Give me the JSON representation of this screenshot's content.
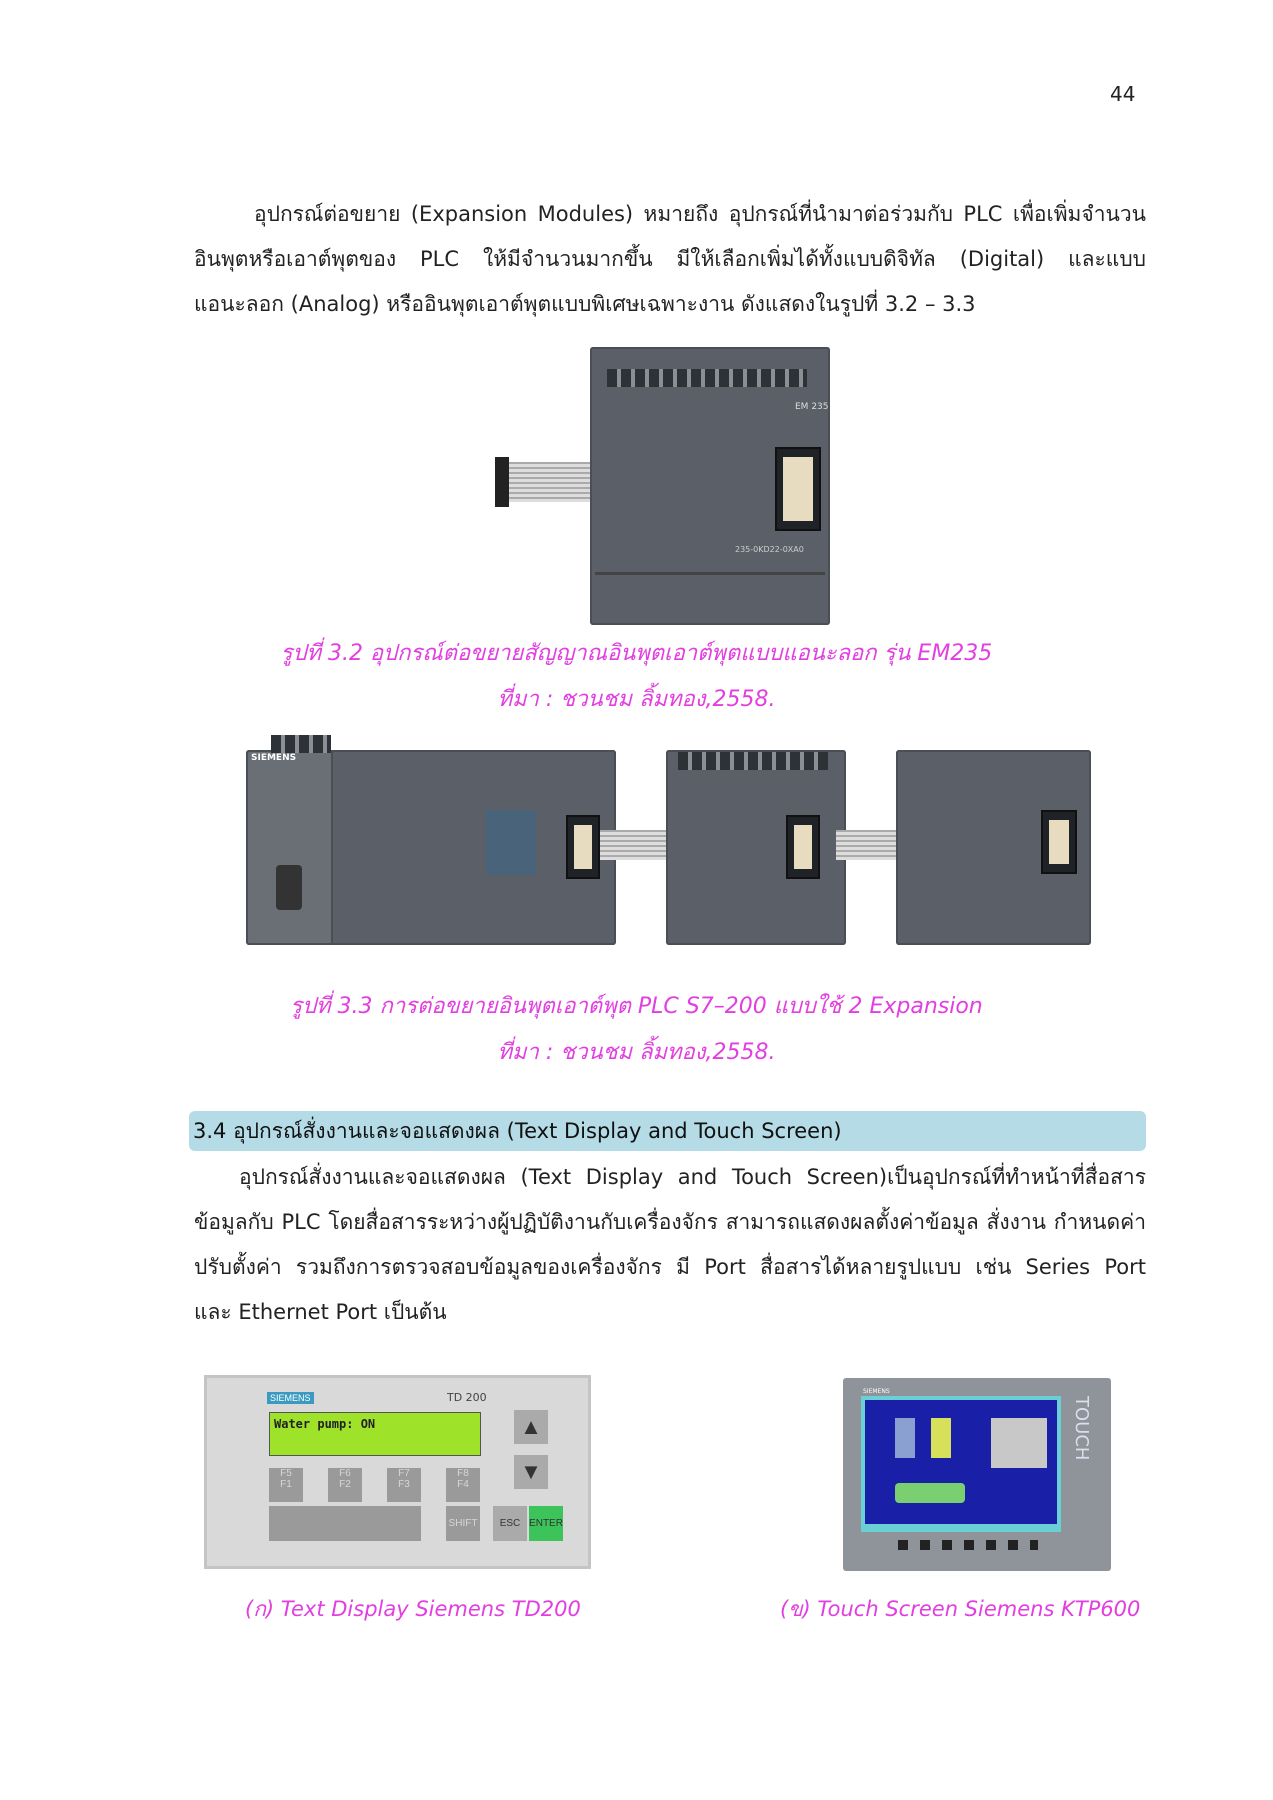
{
  "page_number": "44",
  "intro_paragraph": {
    "lines": [
      "อุปกรณ์ต่อขยาย (Expansion  Modules) หมายถึง อุปกรณ์ที่นำมาต่อร่วมกับ PLC เพื่อเพิ่มจำนวน",
      "อินพุตหรือเอาต์พุตของ PLC ให้มีจำนวนมากขึ้น มีให้เลือกเพิ่มได้ทั้งแบบดิจิทัล (Digital) และแบบ",
      "แอนะลอก (Analog) หรืออินพุตเอาต์พุตแบบพิเศษเฉพาะงาน ดังแสดงในรูปที่ 3.2 – 3.3"
    ]
  },
  "figure_3_2": {
    "caption": "รูปที่  3.2 อุปกรณ์ต่อขยายสัญญาณอินพุตเอาต์พุตแบบแอนะลอก รุ่น EM235",
    "source": "ที่มา : ชวนชม ลิ้มทอง,2558.",
    "module_label": "EM 235",
    "part_number": "235-0KD22-0XA0"
  },
  "figure_3_3": {
    "caption": "รูปที่ 3.3 การต่อขยายอินพุตเอาต์พุต PLC S7–200 แบบใช้ 2 Expansion",
    "source": "ที่มา : ชวนชม ลิ้มทอง,2558.",
    "brand": "SIEMENS"
  },
  "section_3_4": {
    "heading": "3.4  อุปกรณ์สั่งงานและจอแสดงผล (Text  Display and Touch Screen)",
    "lines": [
      "อุปกรณ์สั่งงานและจอแสดงผล (Text  Display and Touch Screen)เป็นอุปกรณ์ที่ทำหน้าที่สื่อสาร",
      "ข้อมูลกับ PLC โดยสื่อสารระหว่างผู้ปฏิบัติงานกับเครื่องจักร สามารถแสดงผลตั้งค่าข้อมูล สั่งงาน กำหนดค่า",
      "ปรับตั้งค่า รวมถึงการตรวจสอบข้อมูลของเครื่องจักร  มี Port สื่อสารได้หลายรูปแบบ เช่น Series Port",
      "และ Ethernet Port เป็นต้น"
    ],
    "heading_bg": "#b4dbe6"
  },
  "td200": {
    "brand": "SIEMENS",
    "model": "TD 200",
    "display_text": "Water pump: ON",
    "keys": [
      [
        "F5",
        "F1"
      ],
      [
        "F6",
        "F2"
      ],
      [
        "F7",
        "F3"
      ],
      [
        "F8",
        "F4"
      ]
    ],
    "shift": "SHIFT",
    "esc": "ESC",
    "enter": "ENTER",
    "caption": "(ก)  Text Display Siemens TD200"
  },
  "ktp600": {
    "brand": "SIEMENS",
    "side_label": "TOUCH",
    "caption": "(ข) Touch Screen Siemens KTP600"
  },
  "caption_color": "#e23ee0"
}
